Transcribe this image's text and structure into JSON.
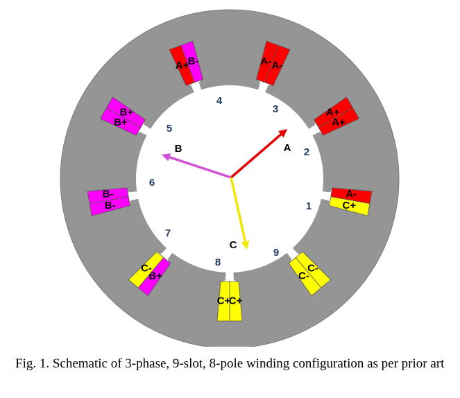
{
  "colors": {
    "stator": "#959595",
    "bore": "#ffffff",
    "A": "#ff0000",
    "B": "#ff00ff",
    "C": "#ffff00",
    "arrow_A": "#e50000",
    "arrow_B": "#d24fd8",
    "arrow_C": "#f0e800",
    "slot_number": "#1f3864"
  },
  "slots": [
    {
      "number": "1",
      "coils": [
        {
          "label": "A-",
          "phase": "A"
        },
        {
          "label": "C+",
          "phase": "C"
        }
      ]
    },
    {
      "number": "2",
      "coils": [
        {
          "label": "A+",
          "phase": "A"
        },
        {
          "label": "A+",
          "phase": "A"
        }
      ]
    },
    {
      "number": "3",
      "coils": [
        {
          "label": "A-",
          "phase": "A"
        },
        {
          "label": "A-",
          "phase": "A"
        }
      ]
    },
    {
      "number": "4",
      "coils": [
        {
          "label": "A+",
          "phase": "A"
        },
        {
          "label": "B-",
          "phase": "B"
        }
      ]
    },
    {
      "number": "5",
      "coils": [
        {
          "label": "B+",
          "phase": "B"
        },
        {
          "label": "B+",
          "phase": "B"
        }
      ]
    },
    {
      "number": "6",
      "coils": [
        {
          "label": "B-",
          "phase": "B"
        },
        {
          "label": "B-",
          "phase": "B"
        }
      ]
    },
    {
      "number": "7",
      "coils": [
        {
          "label": "B+",
          "phase": "B"
        },
        {
          "label": "C-",
          "phase": "C"
        }
      ]
    },
    {
      "number": "8",
      "coils": [
        {
          "label": "C+",
          "phase": "C"
        },
        {
          "label": "C+",
          "phase": "C"
        }
      ]
    },
    {
      "number": "9",
      "coils": [
        {
          "label": "C-",
          "phase": "C"
        },
        {
          "label": "C-",
          "phase": "C"
        }
      ]
    }
  ],
  "phasors": [
    {
      "label": "A",
      "phase": "A"
    },
    {
      "label": "B",
      "phase": "B"
    },
    {
      "label": "C",
      "phase": "C"
    }
  ],
  "caption": "Fig. 1.  Schematic of 3-phase, 9-slot, 8-pole winding configuration as per prior art"
}
